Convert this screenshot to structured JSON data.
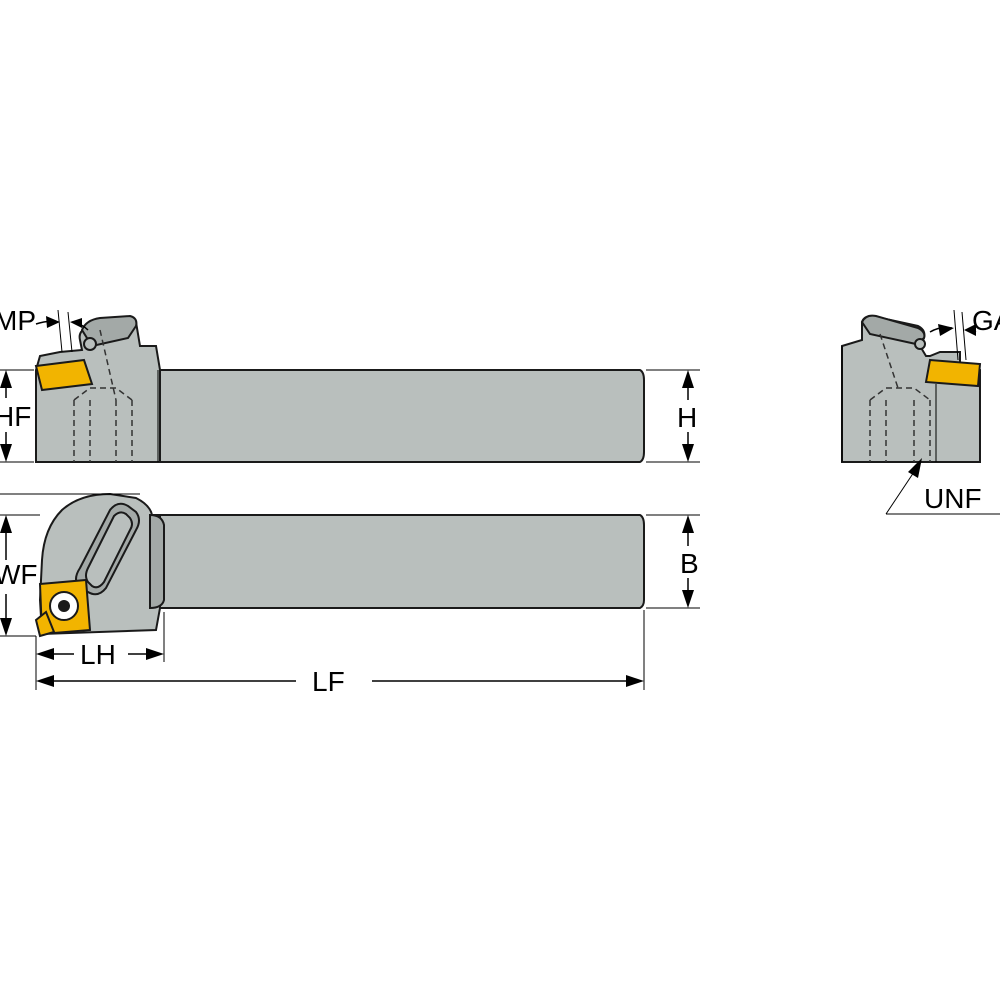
{
  "diagram": {
    "labels": {
      "kapr": "MP",
      "hf": "HF",
      "h": "H",
      "wf": "WF",
      "b": "B",
      "lh": "LH",
      "lf": "LF",
      "gamf": "GA",
      "unf": "UNF"
    },
    "colors": {
      "body": "#b9bfbd",
      "body_shade": "#a3a9a7",
      "insert": "#f2b400",
      "outline": "#1a1a1a"
    }
  }
}
